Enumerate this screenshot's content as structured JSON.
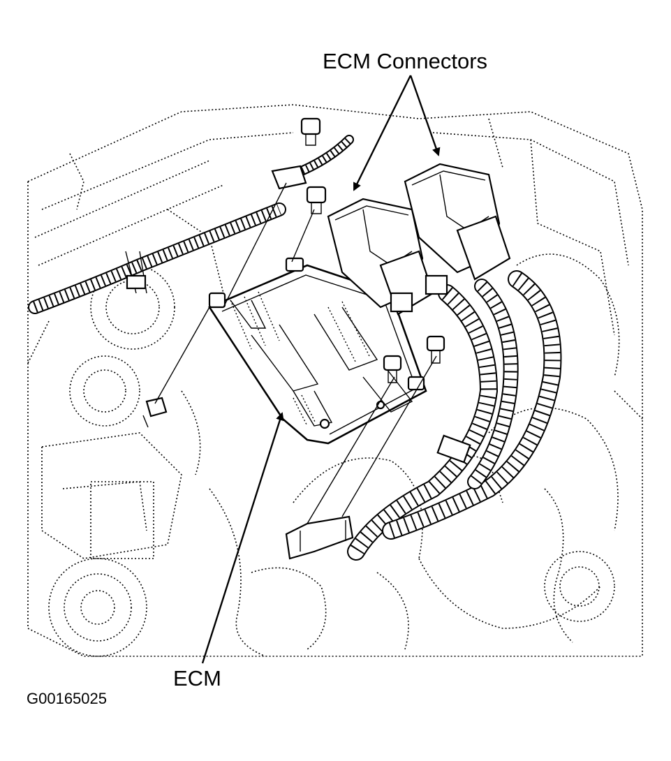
{
  "labels": {
    "ecm_connectors": "ECM Connectors",
    "ecm": "ECM",
    "figure_id": "G00165025"
  },
  "colors": {
    "ink": "#000000",
    "paper": "#ffffff"
  }
}
